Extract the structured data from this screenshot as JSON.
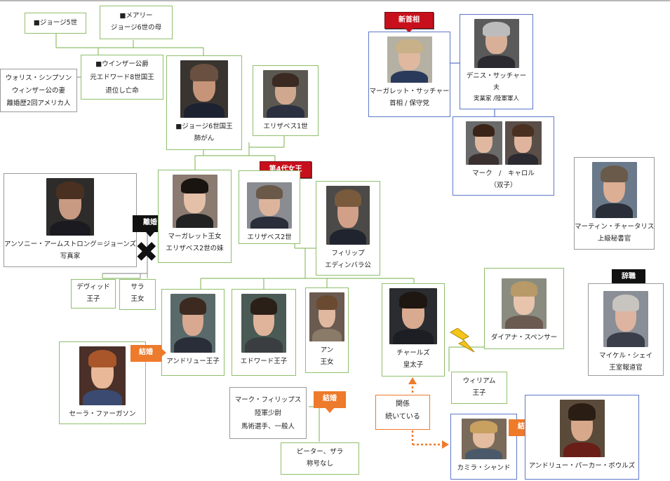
{
  "people": [
    {
      "id": "george5",
      "lines": [
        "■ジョージ5世"
      ]
    },
    {
      "id": "mary",
      "lines": [
        "■メアリー",
        "ジョージ6世の母"
      ]
    },
    {
      "id": "windsor",
      "lines": [
        "■ウインザー公爵",
        "元エドワード8世国王",
        "退位し亡命"
      ]
    },
    {
      "id": "wallis",
      "lines": [
        "ウォリス・シンプソン",
        "ウィンザー公の妻",
        "離婚歴2回アメリカ人"
      ]
    },
    {
      "id": "george6",
      "lines": [
        "■ジョージ6世国王",
        "肺がん"
      ]
    },
    {
      "id": "elizabeth1",
      "lines": [
        "エリザベス1世"
      ]
    },
    {
      "id": "armstrong",
      "lines": [
        "アンソニー・アームストロング＝ジョーンズ",
        "写真家"
      ]
    },
    {
      "id": "margaret",
      "lines": [
        "マーガレット王女",
        "エリザベス2世の妹"
      ]
    },
    {
      "id": "elizabeth2",
      "lines": [
        "エリザベス2世"
      ]
    },
    {
      "id": "philip",
      "lines": [
        "フィリップ",
        "エディンバラ公"
      ]
    },
    {
      "id": "david",
      "lines": [
        "デヴィッド",
        "王子"
      ]
    },
    {
      "id": "sarah",
      "lines": [
        "サラ",
        "王女"
      ]
    },
    {
      "id": "andrew",
      "lines": [
        "アンドリュー王子"
      ]
    },
    {
      "id": "edward",
      "lines": [
        "エドワード王子"
      ]
    },
    {
      "id": "anne",
      "lines": [
        "アン",
        "王女"
      ]
    },
    {
      "id": "charles",
      "lines": [
        "チャールズ",
        "皇太子"
      ]
    },
    {
      "id": "diana",
      "lines": [
        "ダイアナ・スペンサー"
      ]
    },
    {
      "id": "fergie",
      "lines": [
        "セーラ・ファーガソン"
      ]
    },
    {
      "id": "william",
      "lines": [
        "ウィリアム",
        "王子"
      ]
    },
    {
      "id": "markphillips",
      "lines": [
        "マーク・フィリップス",
        "陸軍少尉",
        "馬術選手、一般人"
      ]
    },
    {
      "id": "peterzara",
      "lines": [
        "ピーター、ザラ",
        "称号なし"
      ]
    },
    {
      "id": "camilla",
      "lines": [
        "カミラ・シャンド"
      ]
    },
    {
      "id": "andrewpb",
      "lines": [
        "アンドリュー・パーカー・ボウルズ"
      ]
    },
    {
      "id": "thatcher",
      "lines": [
        "マーガレット・サッチャー",
        "首相 / 保守党"
      ]
    },
    {
      "id": "denis",
      "lines": [
        "デニス・サッチャー",
        "夫",
        "実業家 /陸軍軍人"
      ]
    },
    {
      "id": "twins",
      "lines": [
        "マーク　/　キャロル",
        "（双子）"
      ]
    },
    {
      "id": "charteris",
      "lines": [
        "マーティン・チャータリス",
        "上級秘書官"
      ]
    },
    {
      "id": "shea",
      "lines": [
        "マイケル・シェイ",
        "王室報道官"
      ]
    }
  ],
  "badges": {
    "new_pm": "新首相",
    "fourth_queen": "第4代女王",
    "divorce": "離婚",
    "resigned": "辞職",
    "married_fergie": "結婚",
    "married_anne": "結婚",
    "married_camilla": "結婚"
  },
  "relation_note": [
    "関係",
    "続いている"
  ],
  "icons": {
    "divorce": "cross-mark-icon",
    "conflict": "lightning-bolt-icon"
  },
  "colors": {
    "family_border": "#8fbf6c",
    "other_border": "#9a9a9a",
    "govt_border": "#5e78c8",
    "badge_red": "#c8101c",
    "badge_orange": "#ee7a2b",
    "line_green": "#8fbf6c",
    "line_gray": "#9a9a9a",
    "dotted_orange": "#ee7a2b"
  }
}
